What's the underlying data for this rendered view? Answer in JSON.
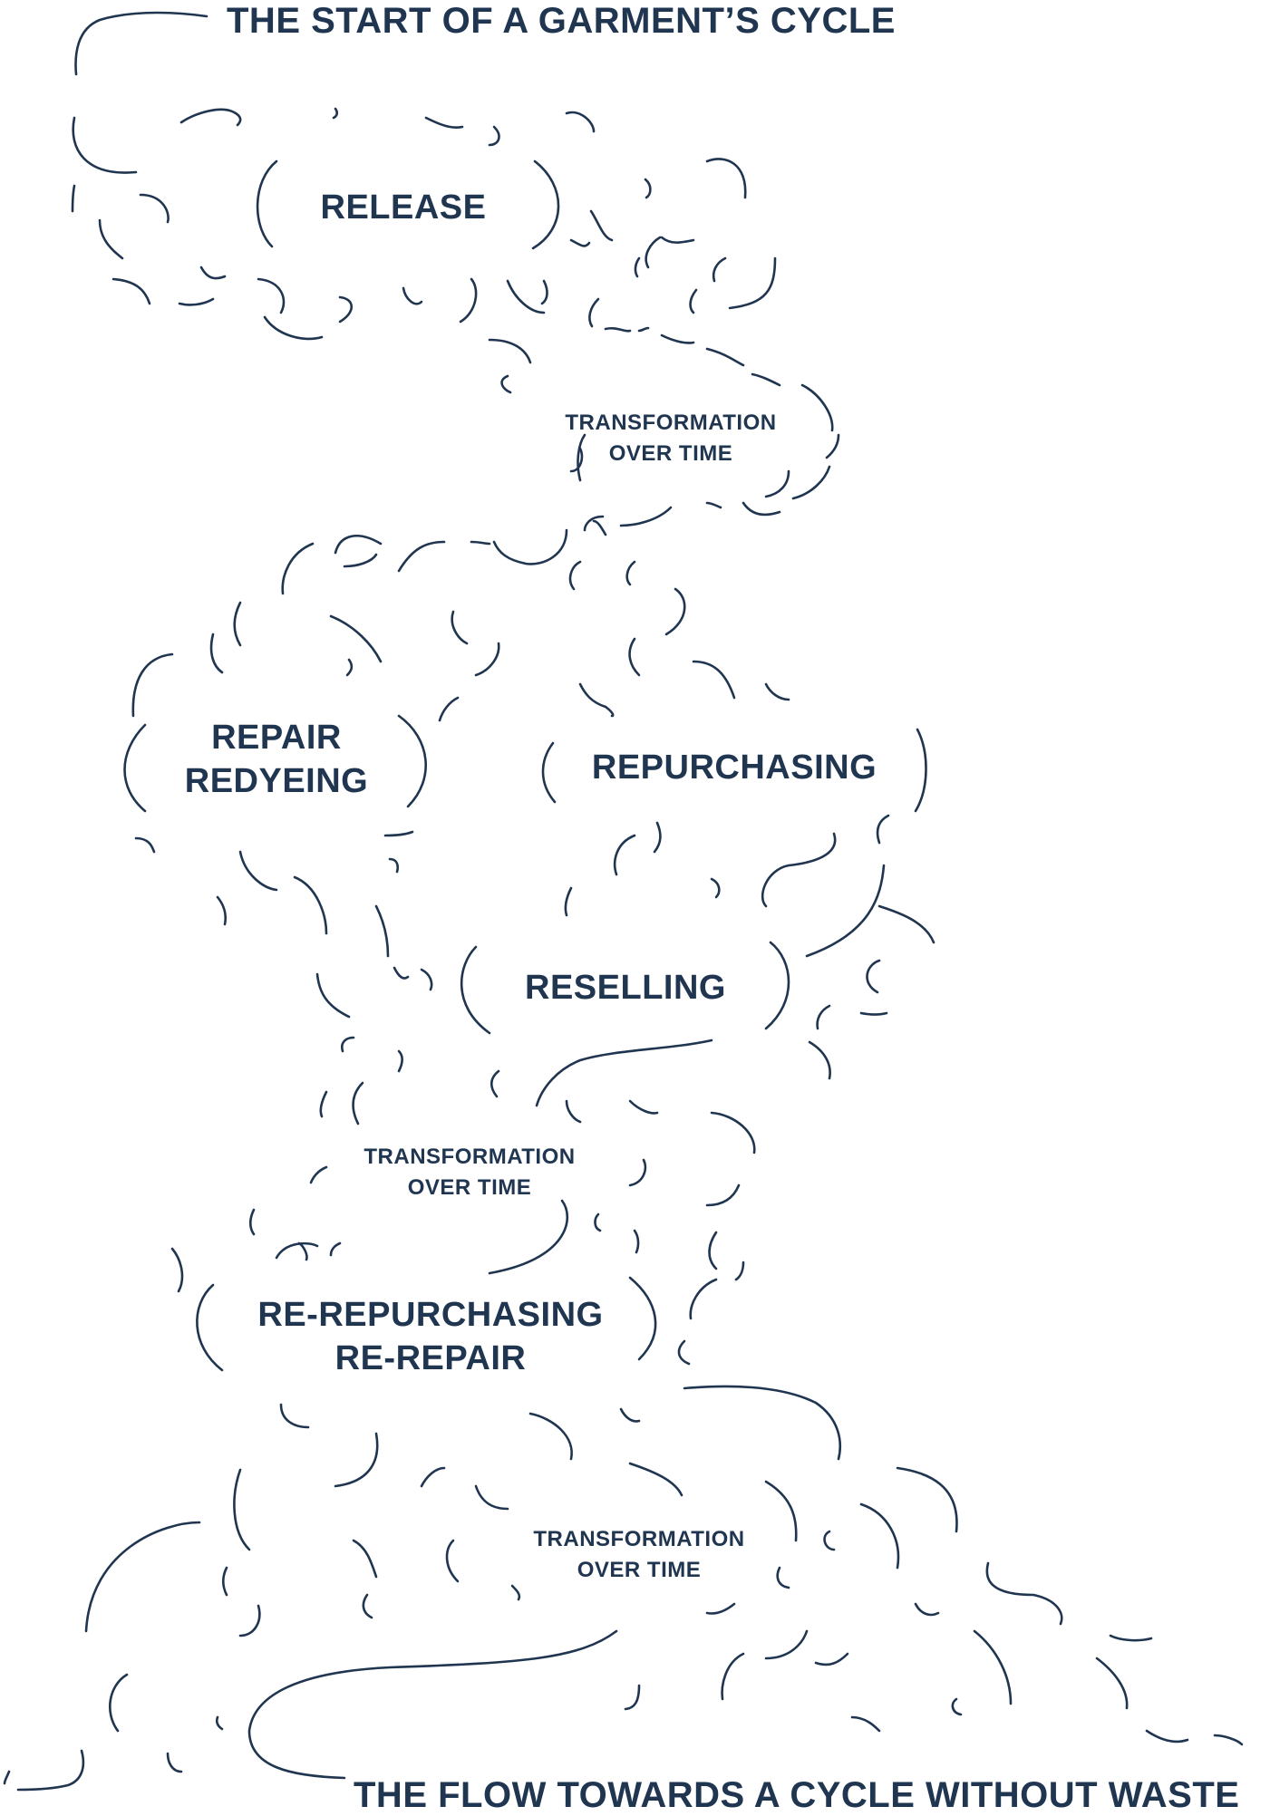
{
  "diagram": {
    "header": "THE START OF A GARMENT’S CYCLE",
    "footer": "THE FLOW TOWARDS A CYCLE WITHOUT WASTE",
    "stages": {
      "release": "RELEASE",
      "transformation_1": {
        "line1": "TRANSFORMATION",
        "line2": "OVER TIME"
      },
      "repair": {
        "line1": "REPAIR",
        "line2": "REDYEING"
      },
      "repurchasing": "REPURCHASING",
      "reselling": "RESELLING",
      "transformation_2": {
        "line1": "TRANSFORMATION",
        "line2": "OVER TIME"
      },
      "re_repurchasing": {
        "line1": "RE-REPURCHASING",
        "line2": "RE-REPAIR"
      },
      "transformation_3": {
        "line1": "TRANSFORMATION",
        "line2": "OVER TIME"
      }
    },
    "stroke_color": "#1f3550"
  }
}
